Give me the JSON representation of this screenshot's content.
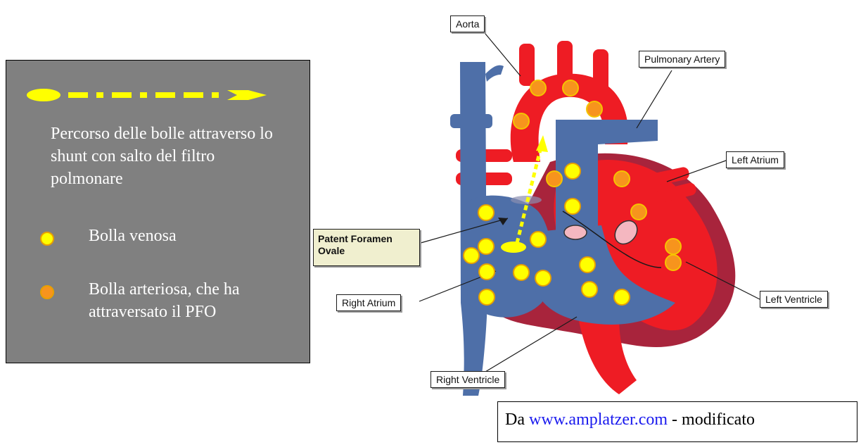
{
  "legend": {
    "path_text": "Percorso delle bolle attraverso lo shunt con salto del filtro polmonare",
    "venous_label": "Bolla venosa",
    "arterial_label": "Bolla arteriosa, che ha attraversato il PFO"
  },
  "labels": {
    "aorta": "Aorta",
    "pulmonary_artery": "Pulmonary Artery",
    "left_atrium": "Left Atrium",
    "left_ventricle": "Left Ventricle",
    "right_atrium": "Right Atrium",
    "right_ventricle": "Right Ventricle",
    "patent_foramen_ovale": "Patent Foramen Ovale"
  },
  "source": {
    "prefix": "Da ",
    "link_text": "www.amplatzer.com",
    "suffix": " - modificato"
  },
  "colors": {
    "arterial_red": "#ee1c24",
    "venous_blue": "#4e6fa8",
    "myocardium": "#a8243c",
    "venous_bubble": "#ffff00",
    "arterial_bubble": "#f7941d",
    "bubble_border": "#e8a000",
    "panel_gray": "#808080"
  },
  "icons": {
    "legend_path": "dash-dot-arrow-icon",
    "venous_bubble": "yellow-circle-icon",
    "arterial_bubble": "orange-circle-icon"
  }
}
